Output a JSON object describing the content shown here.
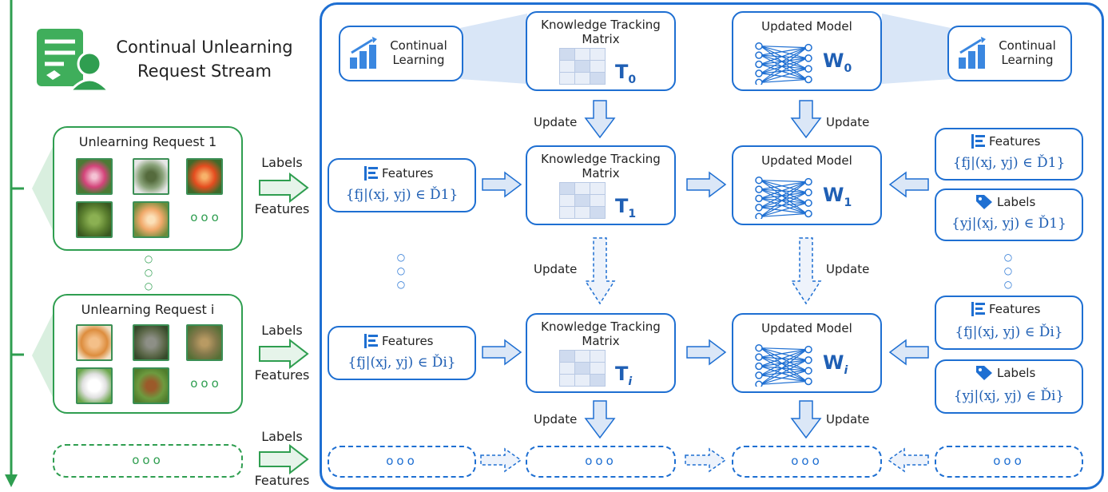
{
  "header": {
    "title_line1": "Continual Unlearning",
    "title_line2": "Request Stream"
  },
  "requests": [
    {
      "title": "Unlearning Request 1"
    },
    {
      "title": "Unlearning Request i"
    }
  ],
  "dots": "ooo",
  "arrow_labels": {
    "labels": "Labels",
    "features": "Features"
  },
  "continual_learning": {
    "line1": "Continual",
    "line2": "Learning"
  },
  "ktm": {
    "line1": "Knowledge Tracking",
    "line2": "Matrix"
  },
  "model": {
    "title": "Updated Model"
  },
  "update": "Update",
  "features_title": "Features",
  "labels_title": "Labels",
  "symbols": {
    "T0": "T0",
    "T1": "T1",
    "Ti": "Ti",
    "W0": "W0",
    "W1": "W1",
    "Wi": "Wi"
  },
  "formulas": {
    "features_1": "{fj|(xj, yj) ∈ Ď1}",
    "features_i": "{fj|(xj, yj) ∈ Ďi}",
    "labels_1": "{yj|(xj, yj) ∈ Ď1}",
    "labels_i": "{yj|(xj, yj) ∈ Ďi}"
  },
  "colors": {
    "green": "#2f9e50",
    "blue": "#1e6fd2",
    "arrow_fill": "#dbe7f7",
    "green_fill": "#e6f4ea"
  },
  "icons": [
    "document-user-icon",
    "flower-photo-icon",
    "animal-photo-icon",
    "chart-rocket-icon",
    "list-icon",
    "tag-icon",
    "network-icon",
    "matrix-icon"
  ]
}
